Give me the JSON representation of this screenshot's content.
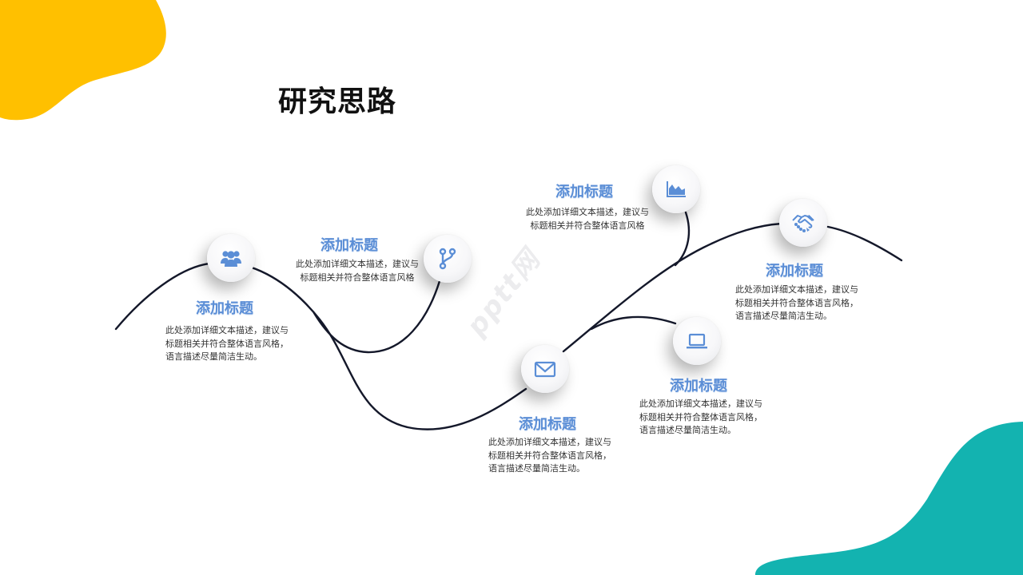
{
  "slide": {
    "title": "研究思路",
    "colors": {
      "accent_blue": "#5b8ed6",
      "icon_blue": "#5b8ed6",
      "curve": "#14182a",
      "blob_yellow": "#ffc000",
      "blob_teal": "#13b3b0",
      "body_text": "#333333"
    },
    "watermark": "pptt网"
  },
  "steps": [
    {
      "icon": "users-group-icon",
      "title": "添加标题",
      "desc": "此处添加详细文本描述，建议与标题相关并符合整体语言风格，语言描述尽量简洁生动。"
    },
    {
      "icon": "git-branch-icon",
      "title": "添加标题",
      "desc": "此处添加详细文本描述，建议与标题相关并符合整体语言风格"
    },
    {
      "icon": "mail-icon",
      "title": "添加标题",
      "desc": "此处添加详细文本描述，建议与标题相关并符合整体语言风格，语言描述尽量简洁生动。"
    },
    {
      "icon": "area-chart-icon",
      "title": "添加标题",
      "desc": "此处添加详细文本描述，建议与标题相关并符合整体语言风格"
    },
    {
      "icon": "laptop-icon",
      "title": "添加标题",
      "desc": "此处添加详细文本描述，建议与标题相关并符合整体语言风格，语言描述尽量简洁生动。"
    },
    {
      "icon": "handshake-icon",
      "title": "添加标题",
      "desc": "此处添加详细文本描述，建议与标题相关并符合整体语言风格，语言描述尽量简洁生动。"
    }
  ]
}
